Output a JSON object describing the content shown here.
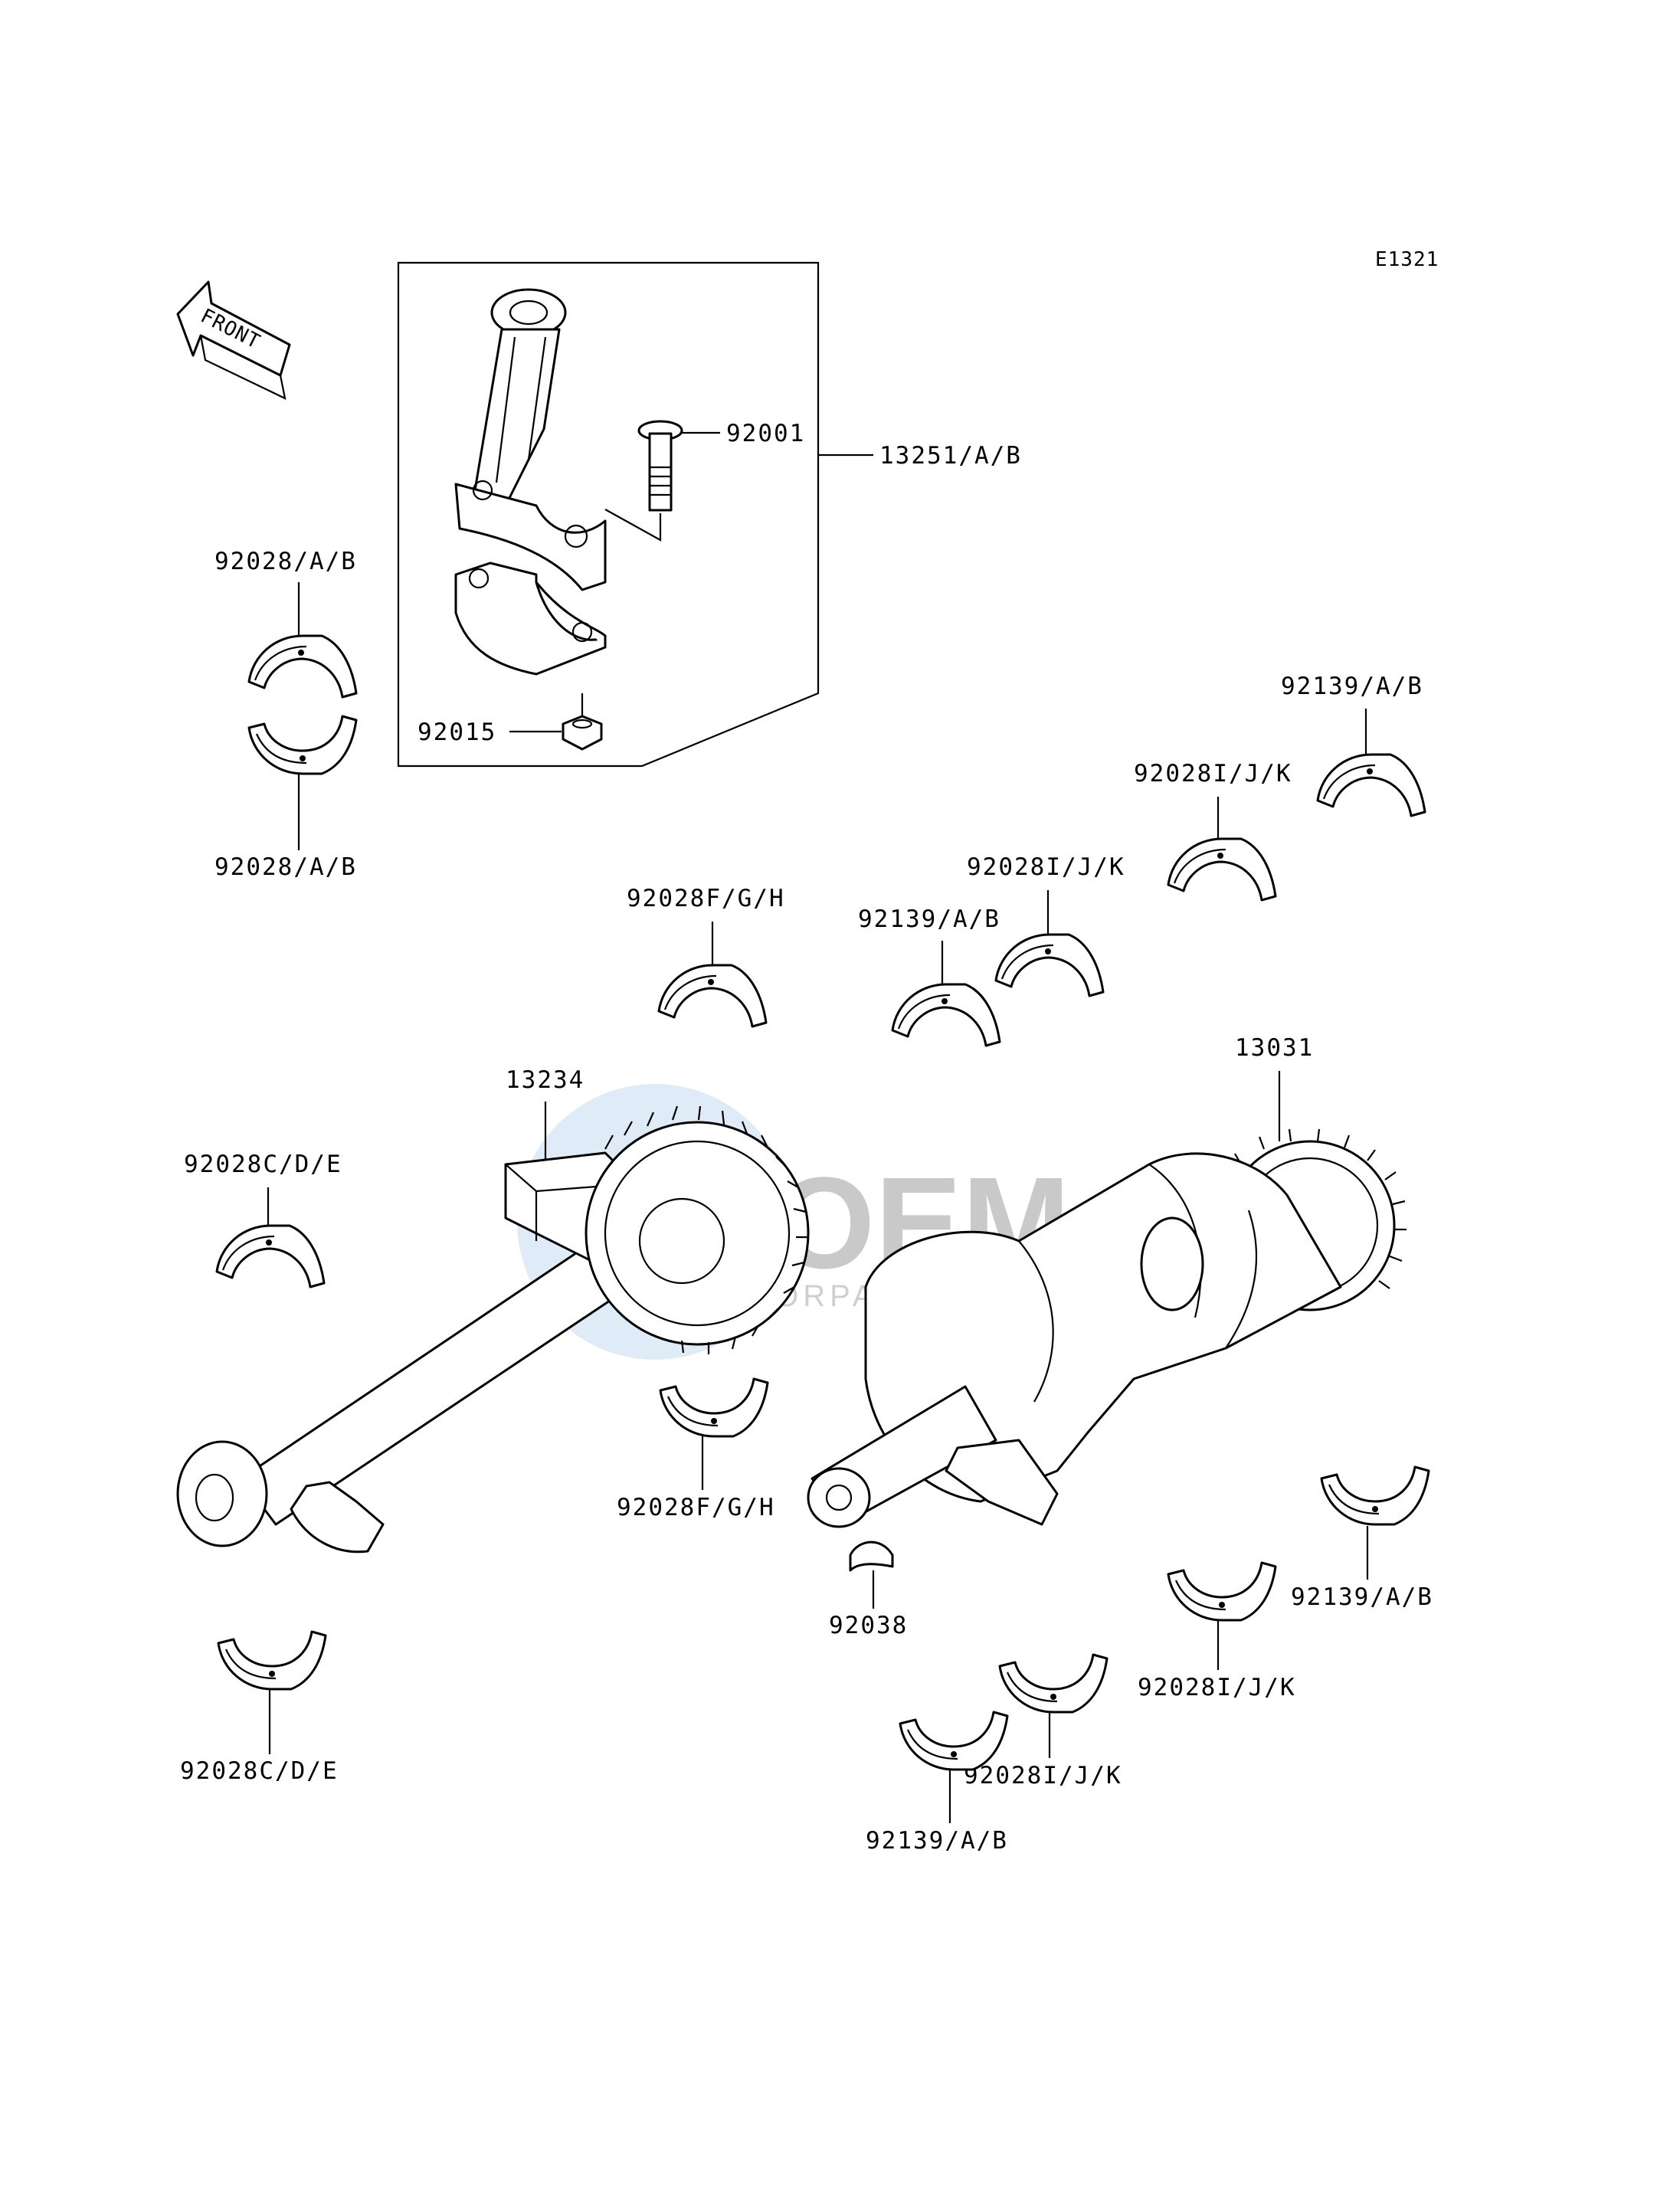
{
  "diagram_code": "E1321",
  "front_arrow_text": "FRONT",
  "watermark": {
    "brand": "OEM",
    "sub": "MOTORPARTS"
  },
  "labels": {
    "p92001": "92001",
    "p13251": "13251/A/B",
    "p92015": "92015",
    "p92028ab_top": "92028/A/B",
    "p92028ab_bot": "92028/A/B",
    "p92139ab_1": "92139/A/B",
    "p92028ijk_1": "92028I/J/K",
    "p92028ijk_2": "92028I/J/K",
    "p92139ab_2": "92139/A/B",
    "p92028fgh_top": "92028F/G/H",
    "p13031": "13031",
    "p13234": "13234",
    "p92028cde_top": "92028C/D/E",
    "p92028fgh_bot": "92028F/G/H",
    "p92038": "92038",
    "p92139ab_3": "92139/A/B",
    "p92028ijk_3": "92028I/J/K",
    "p92028ijk_4": "92028I/J/K",
    "p92139ab_4": "92139/A/B",
    "p92028cde_bot": "92028C/D/E"
  }
}
